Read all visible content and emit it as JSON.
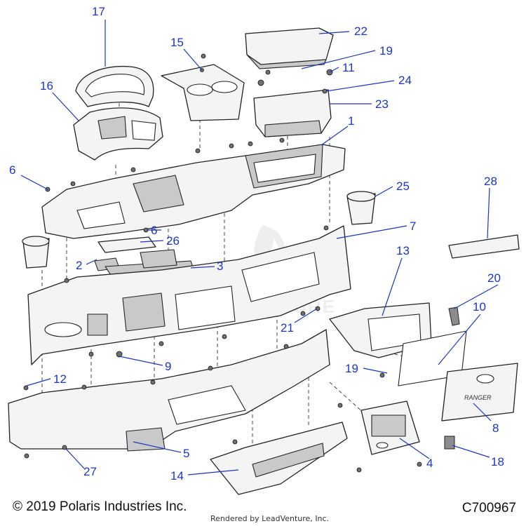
{
  "callouts": [
    {
      "id": "c1",
      "label": "1"
    },
    {
      "id": "c2",
      "label": "2"
    },
    {
      "id": "c3",
      "label": "3"
    },
    {
      "id": "c4",
      "label": "4"
    },
    {
      "id": "c5",
      "label": "5"
    },
    {
      "id": "c6a",
      "label": "6"
    },
    {
      "id": "c6b",
      "label": "6"
    },
    {
      "id": "c7",
      "label": "7"
    },
    {
      "id": "c8",
      "label": "8"
    },
    {
      "id": "c9",
      "label": "9"
    },
    {
      "id": "c10",
      "label": "10"
    },
    {
      "id": "c11",
      "label": "11"
    },
    {
      "id": "c12",
      "label": "12"
    },
    {
      "id": "c13",
      "label": "13"
    },
    {
      "id": "c14",
      "label": "14"
    },
    {
      "id": "c15",
      "label": "15"
    },
    {
      "id": "c16",
      "label": "16"
    },
    {
      "id": "c17",
      "label": "17"
    },
    {
      "id": "c18",
      "label": "18"
    },
    {
      "id": "c19a",
      "label": "19"
    },
    {
      "id": "c19b",
      "label": "19"
    },
    {
      "id": "c20",
      "label": "20"
    },
    {
      "id": "c21",
      "label": "21"
    },
    {
      "id": "c22",
      "label": "22"
    },
    {
      "id": "c23",
      "label": "23"
    },
    {
      "id": "c24",
      "label": "24"
    },
    {
      "id": "c25",
      "label": "25"
    },
    {
      "id": "c26",
      "label": "26"
    },
    {
      "id": "c27",
      "label": "27"
    },
    {
      "id": "c28",
      "label": "28"
    }
  ],
  "footer": {
    "copyright": "© 2019 Polaris Industries Inc.",
    "rendered_by": "Rendered by LeadVenture, Inc.",
    "diagram_id": "C700967"
  },
  "watermark_text": "LEADVENTURE",
  "glovebox_badge": "RANGER",
  "colors": {
    "callout": "#1a35c8",
    "line": "#222222",
    "part_fill": "#f4f4f4"
  }
}
